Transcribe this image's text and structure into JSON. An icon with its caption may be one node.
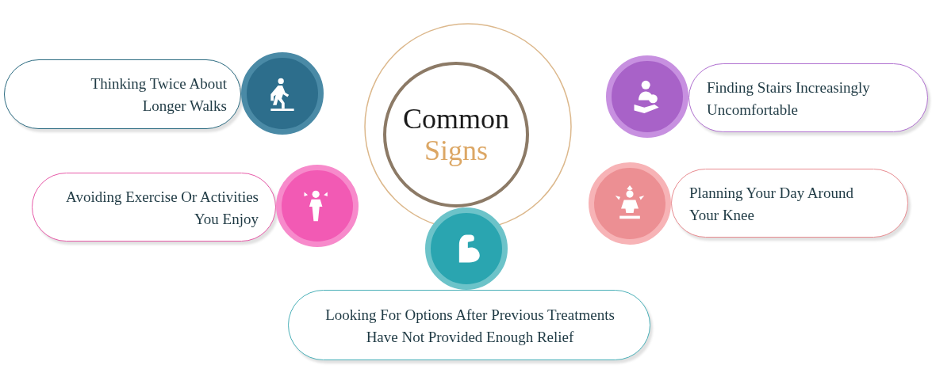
{
  "diagram": {
    "nodes": [
      {
        "text": [
          "Common",
          "Signs"
        ]
      },
      {
        "text": [
          "Thinking Twice About Longer Walks"
        ]
      },
      {
        "text": [
          "Finding Stairs Increasingly Uncomfortable"
        ]
      },
      {
        "text": [
          "Avoiding Exercise Or Activities You Enjoy"
        ]
      },
      {
        "text": [
          "Planning Your Day Around Your Knee"
        ]
      },
      {
        "text": [
          "Looking For Options After Previous Treatments Have Not Provided Enough Relief"
        ]
      }
    ]
  }
}
